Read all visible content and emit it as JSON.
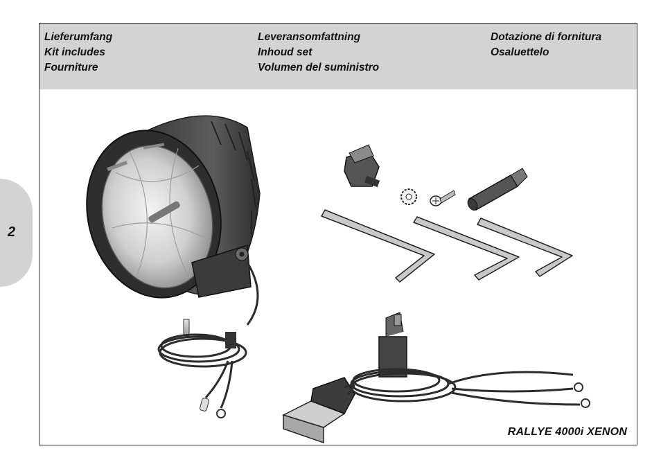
{
  "page_number": "2",
  "header": {
    "col1": [
      "Lieferumfang",
      "Kit includes",
      "Fourniture"
    ],
    "col2": [
      "Leveransomfattning",
      "Inhoud set",
      "Volumen del suministro"
    ],
    "col3": [
      "Dotazione di fornitura",
      "Osaluettelo"
    ]
  },
  "product_name": "RALLYE 4000i XENON",
  "colors": {
    "header_band": "#d3d3d3",
    "page_tab": "#d3d3d3",
    "lamp_body": "#4a4a4a"
  },
  "illustration_items": [
    "xenon-lamp-icon",
    "bracket-clip-icon",
    "lock-washer-icon",
    "screw-icon",
    "fuse-holder-icon",
    "hex-key-icon",
    "relay-harness-icon",
    "connector-icon"
  ]
}
